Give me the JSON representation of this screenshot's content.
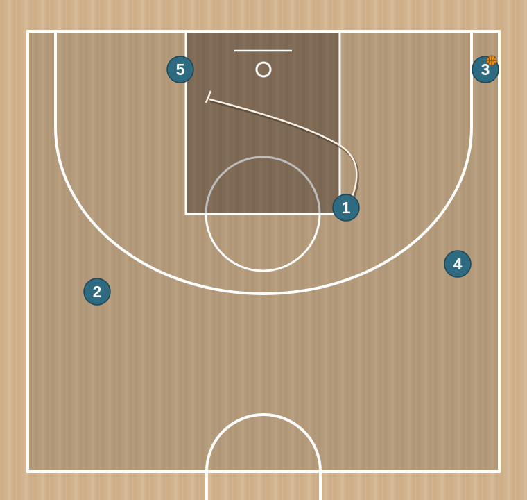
{
  "colors": {
    "outer_wood": "#d1b48f",
    "court_floor": "#b49b7c",
    "key_paint": "#7f6a55",
    "court_lines": "#ffffff",
    "player_fill": "#2e6a80",
    "player_stroke": "#1d4757",
    "player_text": "#ffffff",
    "ball": "#e3901b",
    "cut_path": "#f7f1e8"
  },
  "diagram": {
    "type": "half-court-play",
    "ball_holder": "3",
    "players": [
      {
        "label": "1"
      },
      {
        "label": "2"
      },
      {
        "label": "3"
      },
      {
        "label": "4"
      },
      {
        "label": "5"
      }
    ],
    "actions": [
      {
        "type": "cut",
        "player": "1",
        "ends_in": "screen"
      }
    ]
  }
}
